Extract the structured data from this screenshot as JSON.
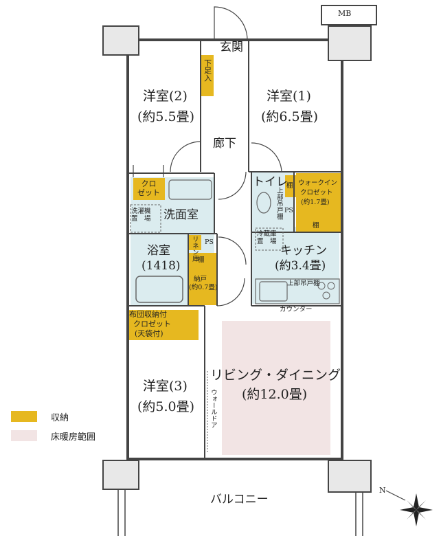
{
  "labels": {
    "mb": "MB",
    "genkan": "玄関",
    "shoe_closet": "下足入",
    "room2_name": "洋室(2)",
    "room2_size": "(約5.5畳)",
    "room1_name": "洋室(1)",
    "room1_size": "(約6.5畳)",
    "corridor": "廊下",
    "closet": "クロ\nゼット",
    "toilet": "トイレ",
    "upper_cabinet": "上部吊戸棚",
    "shelf": "棚",
    "walkin_line1": "ウォークイン",
    "walkin_line2": "クロゼット",
    "walkin_size": "(約1.7畳)",
    "ps": "PS",
    "washroom": "洗面室",
    "washer_place": "洗濯機\n置　場",
    "fridge_place": "冷蔵庫\n置　場",
    "linen": "リネン庫",
    "bathroom_name": "浴室",
    "bathroom_size": "(1418)",
    "storage": "納戸",
    "storage_size": "(約0.7畳)",
    "kitchen_name": "キッチン",
    "kitchen_size": "(約3.4畳)",
    "upper_cabinet_kitchen": "上部吊戸棚",
    "counter": "カウンター",
    "futon_line1": "布団収納付",
    "futon_line2": "クロゼット",
    "futon_line3": "(天袋付)",
    "ld_name": "リビング・ダイニング",
    "ld_size": "(約12.0畳)",
    "room3_name": "洋室(3)",
    "room3_size": "(約5.0畳)",
    "wall_door": "ウォールドア",
    "balcony": "バルコニー",
    "north": "N"
  },
  "legend": [
    {
      "label": "収納",
      "color": "#e6b820"
    },
    {
      "label": "床暖房範囲",
      "color": "#f2e4e4"
    }
  ],
  "colors": {
    "storage": "#e6b820",
    "floor_heating": "#f2e4e4",
    "wet_area": "#dbecef",
    "wall": "#444444"
  }
}
